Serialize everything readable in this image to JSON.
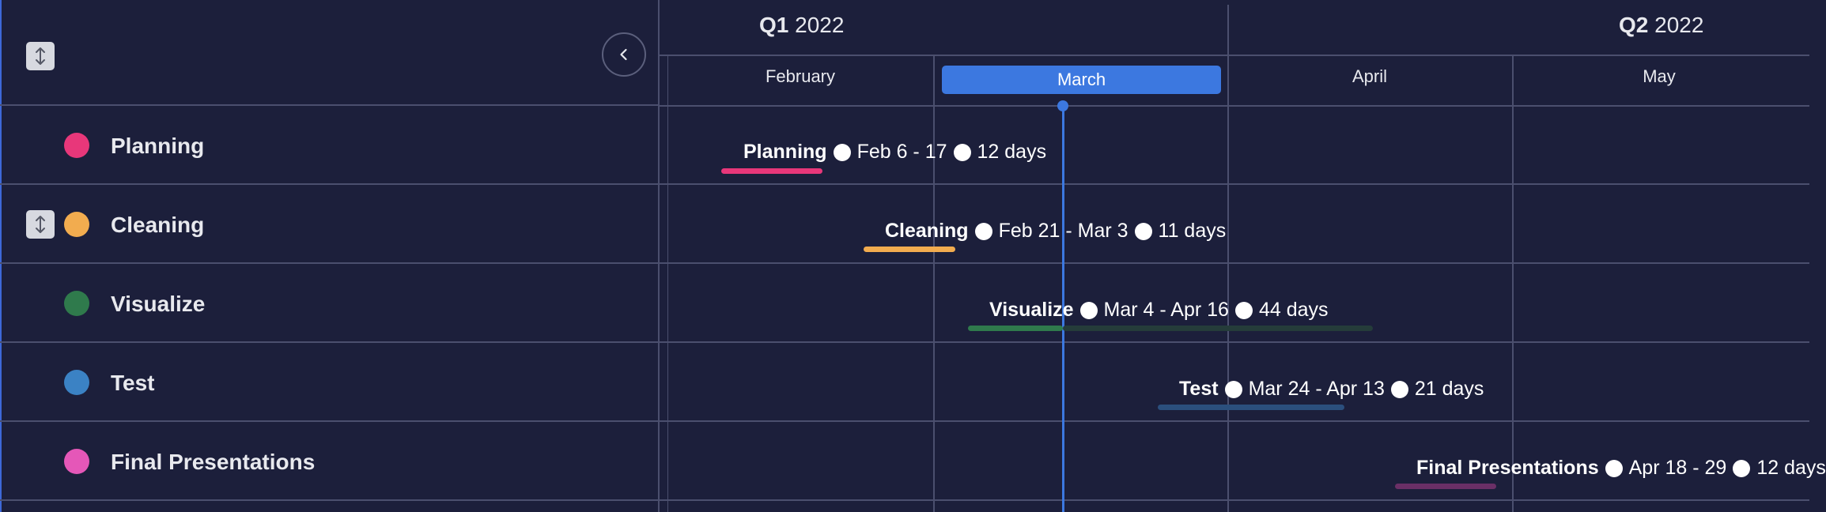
{
  "header": {
    "quarters": [
      {
        "bold": "Q1",
        "rest": " 2022"
      },
      {
        "bold": "Q2",
        "rest": " 2022"
      }
    ],
    "months": [
      "February",
      "March",
      "April",
      "May"
    ],
    "active_month": "March"
  },
  "rows": [
    {
      "name": "Planning",
      "color": "#e8377a"
    },
    {
      "name": "Cleaning",
      "color": "#f2ac4f"
    },
    {
      "name": "Visualize",
      "color": "#2f7a4c"
    },
    {
      "name": "Test",
      "color": "#3b82c4"
    },
    {
      "name": "Final Presentations",
      "color": "#e557b8"
    }
  ],
  "tasks": [
    {
      "name": "Planning",
      "dates": "Feb 6 - 17",
      "duration": "12 days",
      "bar_color": "#e8377a"
    },
    {
      "name": "Cleaning",
      "dates": "Feb 21 - Mar 3",
      "duration": "11 days",
      "bar_color": "#f2ac4f"
    },
    {
      "name": "Visualize",
      "dates": "Mar 4 - Apr 16",
      "duration": "44 days",
      "bar_color": "#2f7a4c"
    },
    {
      "name": "Test",
      "dates": "Mar 24 - Apr 13",
      "duration": "21 days",
      "bar_color": "#2b4f7d"
    },
    {
      "name": "Final Presentations",
      "dates": "Apr 18 - 29",
      "duration": "12 days",
      "bar_color": "#6a2f66"
    }
  ],
  "icons": {
    "expand": "expand-vertical-icon",
    "collapse": "chevron-left-icon"
  }
}
